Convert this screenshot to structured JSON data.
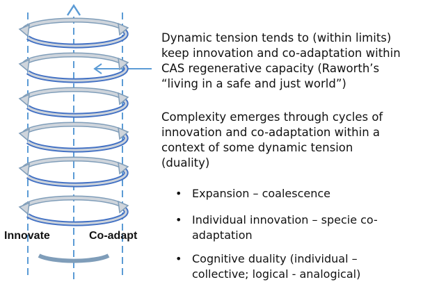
{
  "diagram": {
    "left_label": "Innovate",
    "right_label": "Co-adapt",
    "colors": {
      "axis": "#5b9bd5",
      "helix_fill": "#cfd5dc",
      "helix_stroke": "#7f9db9",
      "helix_dark": "#4472c4"
    },
    "loop_count": 6
  },
  "text": {
    "para1": "Dynamic tension tends to (within limits) keep innovation and co-adaptation  within CAS regenerative capacity (Raworth’s “living in a safe and just world”)",
    "para2": "Complexity emerges through cycles of innovation and co-adaptation within a context of some dynamic tension (duality)",
    "bullets": [
      "Expansion  –  coalescence",
      "Individual  innovation  –   specie co-adaptation",
      "Cognitive duality (individual – collective; logical  -  analogical)"
    ]
  }
}
